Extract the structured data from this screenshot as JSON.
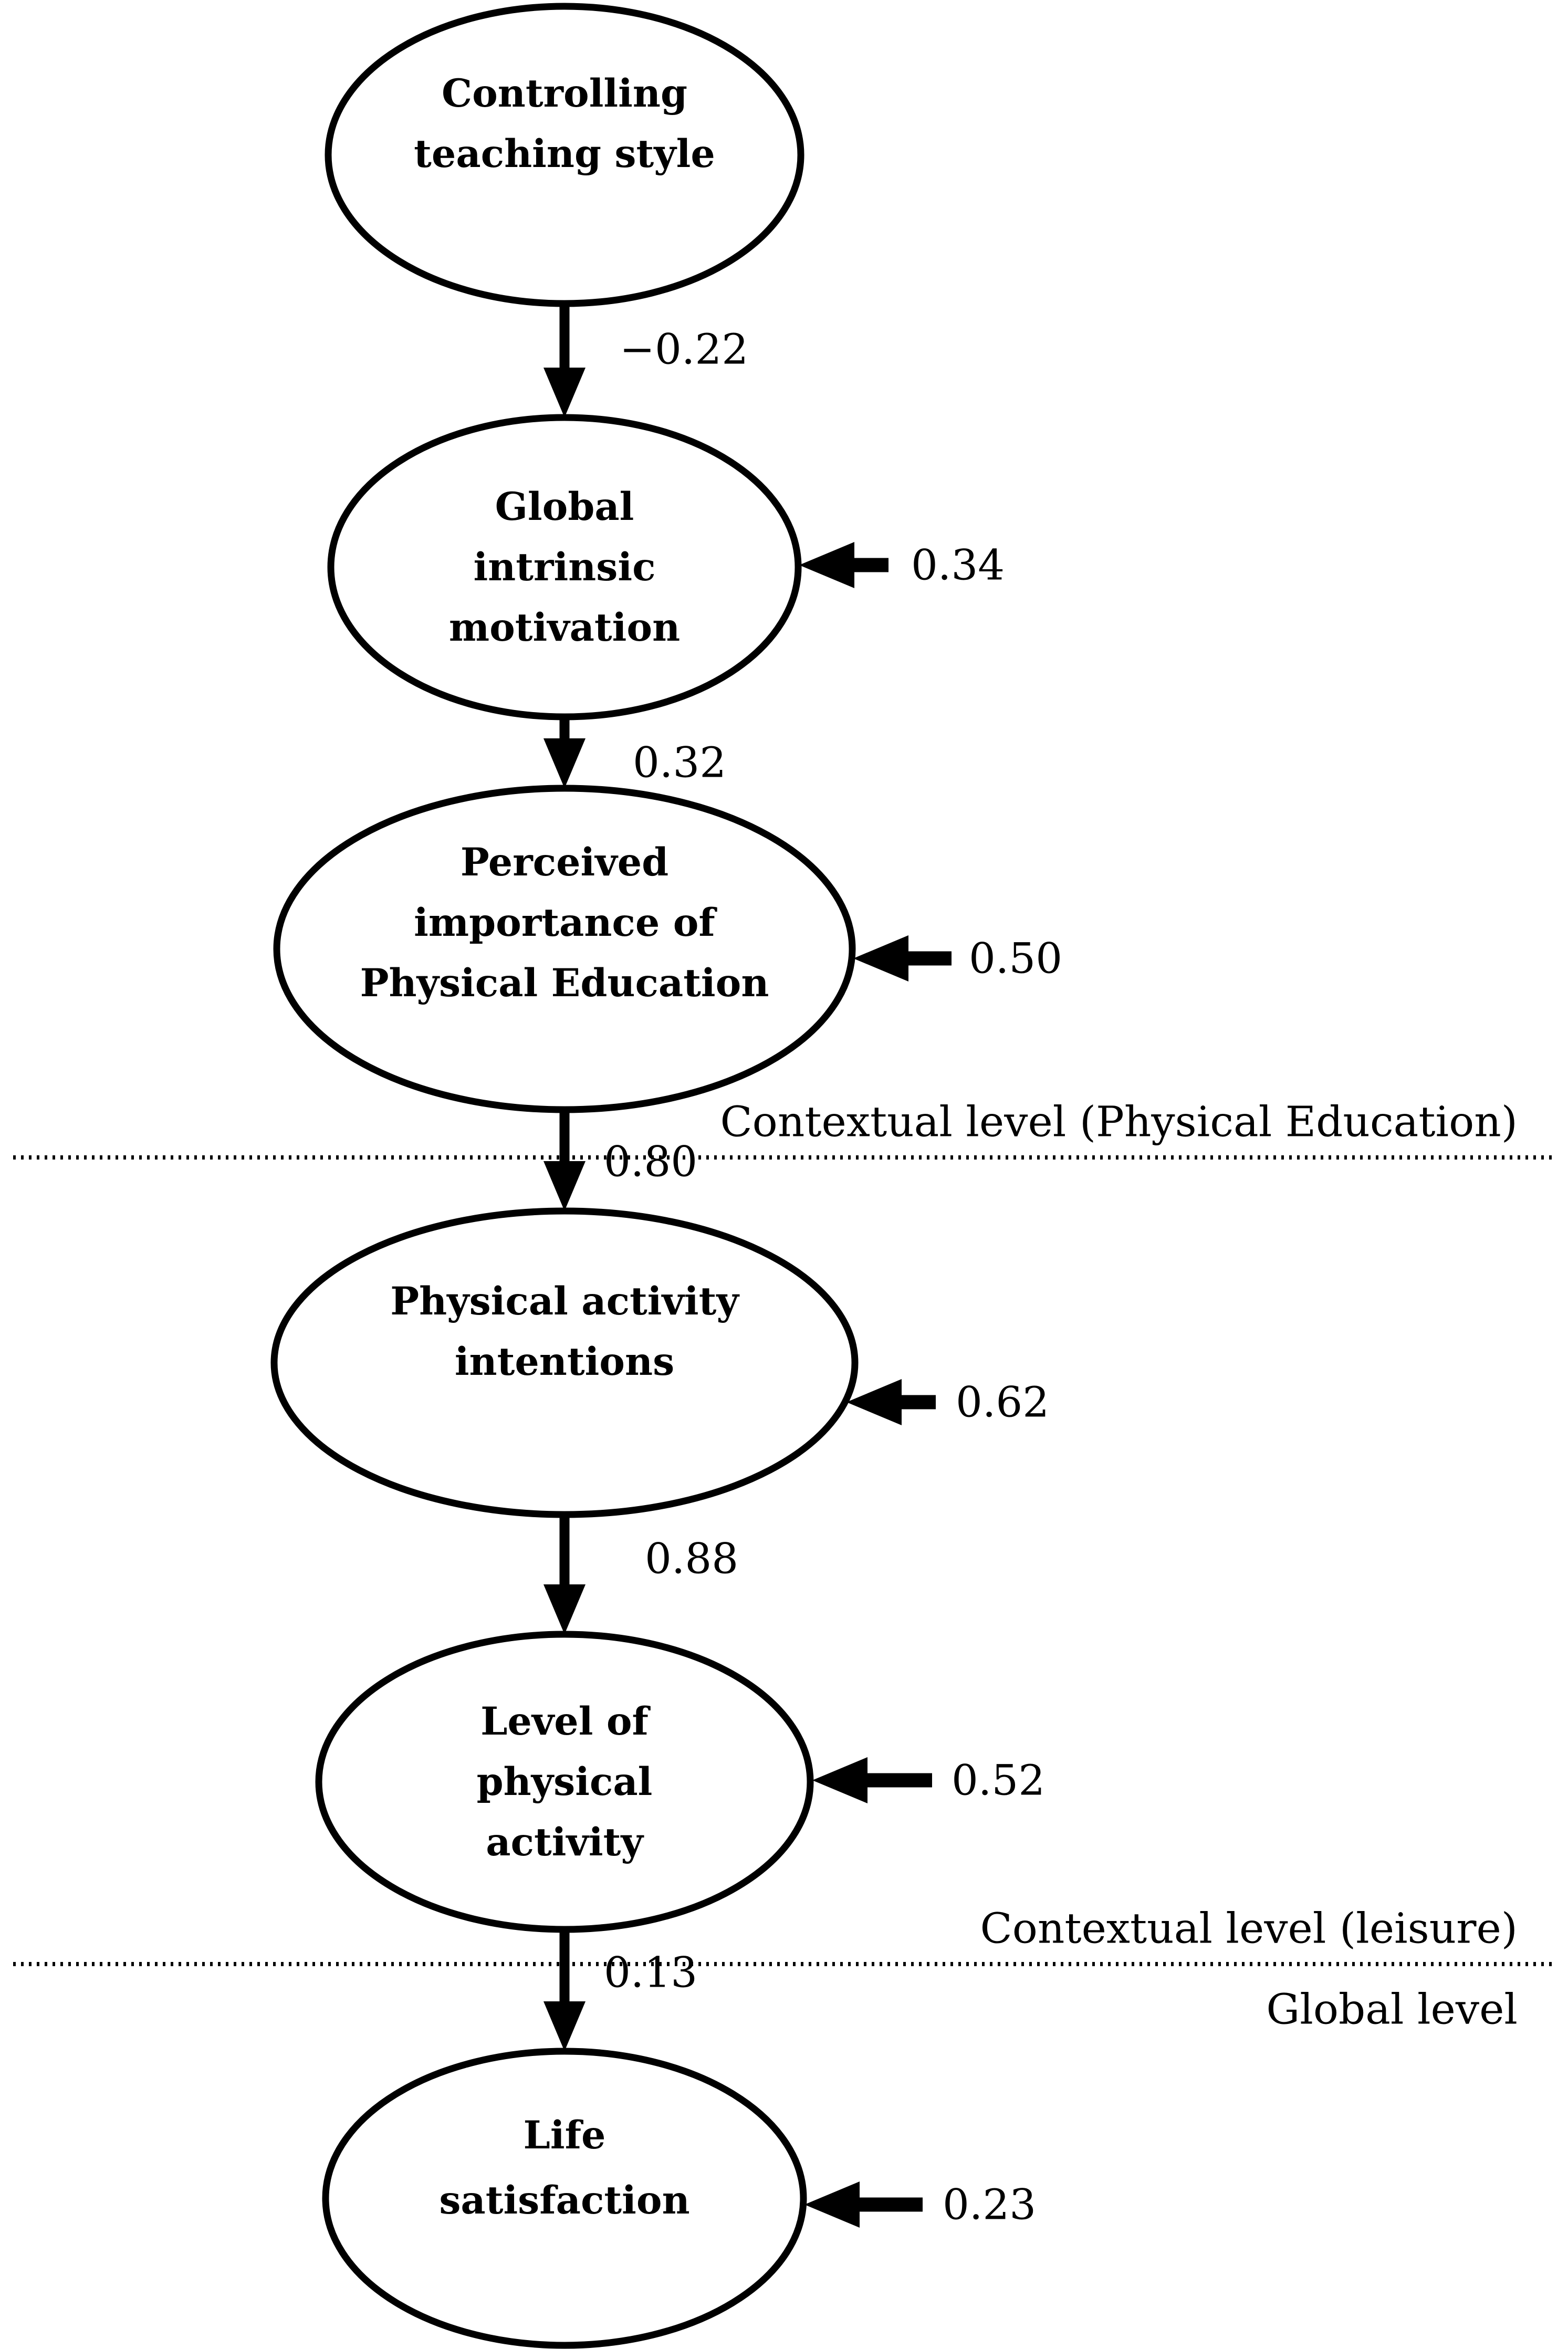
{
  "diagram": {
    "type": "structural-equation-path-model",
    "colors": {
      "ink": "#000000",
      "background": "#ffffff"
    }
  },
  "nodes": [
    {
      "id": "controlling-teaching-style",
      "lines": [
        "Controlling",
        "teaching style"
      ]
    },
    {
      "id": "global-intrinsic-motivation",
      "lines": [
        "Global",
        "intrinsic",
        "motivation"
      ]
    },
    {
      "id": "perceived-importance-of-physical-education",
      "lines": [
        "Perceived",
        "importance of",
        "Physical Education"
      ]
    },
    {
      "id": "physical-activity-intentions",
      "lines": [
        "Physical activity",
        "intentions"
      ]
    },
    {
      "id": "level-of-physical-activity",
      "lines": [
        "Level of",
        "physical",
        "activity"
      ]
    },
    {
      "id": "life-satisfaction",
      "lines": [
        "Life",
        "satisfaction"
      ]
    }
  ],
  "paths": [
    {
      "from": "controlling-teaching-style",
      "to": "global-intrinsic-motivation",
      "coefficient": "−0.22"
    },
    {
      "from": "global-intrinsic-motivation",
      "to": "perceived-importance-of-physical-education",
      "coefficient": "0.32"
    },
    {
      "from": "perceived-importance-of-physical-education",
      "to": "physical-activity-intentions",
      "coefficient": "0.80"
    },
    {
      "from": "physical-activity-intentions",
      "to": "level-of-physical-activity",
      "coefficient": "0.88"
    },
    {
      "from": "level-of-physical-activity",
      "to": "life-satisfaction",
      "coefficient": "0.13"
    }
  ],
  "residuals": [
    {
      "node": "global-intrinsic-motivation",
      "value": "0.34"
    },
    {
      "node": "perceived-importance-of-physical-education",
      "value": "0.50"
    },
    {
      "node": "physical-activity-intentions",
      "value": "0.62"
    },
    {
      "node": "level-of-physical-activity",
      "value": "0.52"
    },
    {
      "node": "life-satisfaction",
      "value": "0.23"
    }
  ],
  "levels": [
    {
      "label": "Contextual level (Physical Education)"
    },
    {
      "label": "Contextual level (leisure)"
    },
    {
      "label": "Global level"
    }
  ]
}
